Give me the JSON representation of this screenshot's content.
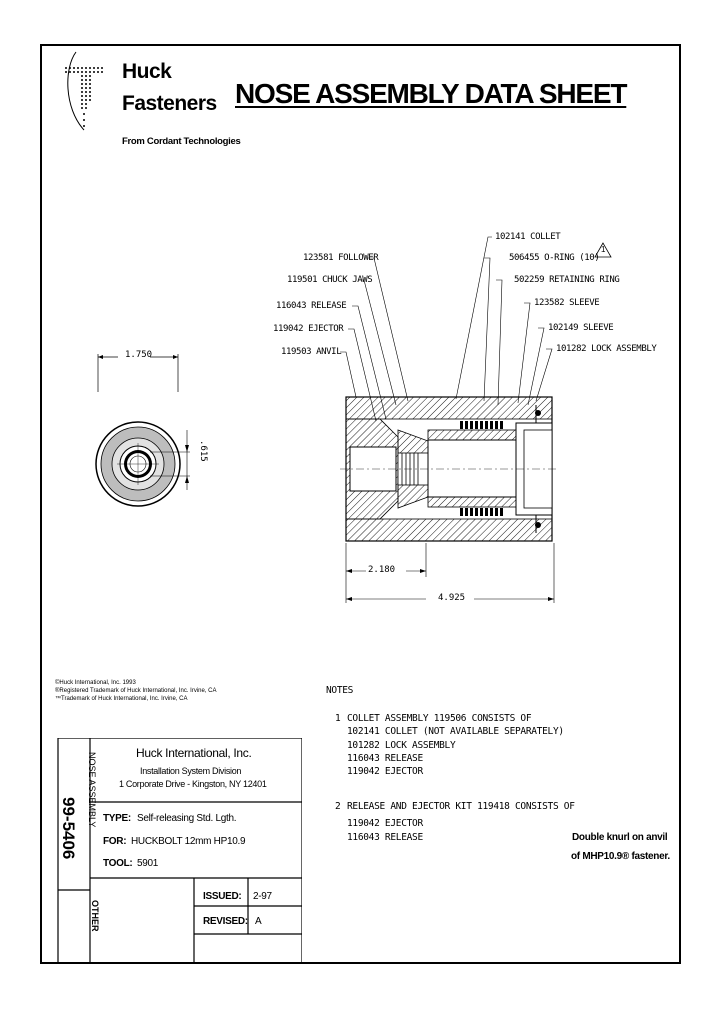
{
  "header": {
    "brand_line1": "Huck",
    "brand_line2": "Fasteners",
    "brand_sub": "From Cordant Technologies",
    "title": "NOSE ASSEMBLY DATA SHEET"
  },
  "callouts": [
    {
      "text": "102141 COLLET"
    },
    {
      "text": "123581 FOLLOWER"
    },
    {
      "text": "506455 O-RING (10)"
    },
    {
      "text": "119501 CHUCK JAWS"
    },
    {
      "text": "502259 RETAINING RING"
    },
    {
      "text": "116043 RELEASE"
    },
    {
      "text": "123582 SLEEVE"
    },
    {
      "text": "119042 EJECTOR"
    },
    {
      "text": "102149 SLEEVE"
    },
    {
      "text": "119503 ANVIL"
    },
    {
      "text": "101282 LOCK ASSEMBLY"
    }
  ],
  "warning_symbol": "1",
  "dimensions": {
    "diameter": "1.750",
    "hole": ".615",
    "length_inner": "2.180",
    "length_total": "4.925"
  },
  "legal": [
    "©Huck International, Inc. 1993",
    "®Registered Trademark of Huck International, Inc. Irvine, CA",
    "™Trademark of Huck International, Inc. Irvine, CA"
  ],
  "notes": {
    "heading": "NOTES",
    "items": [
      {
        "number": "1",
        "lines": [
          "COLLET ASSEMBLY 119506 CONSISTS OF",
          "102141 COLLET (NOT AVAILABLE SEPARATELY)",
          "101282 LOCK ASSEMBLY",
          "116043 RELEASE",
          "119042 EJECTOR"
        ]
      },
      {
        "number": "2",
        "lines": [
          "RELEASE AND EJECTOR KIT 119418 CONSISTS OF",
          "119042 EJECTOR",
          "116043 RELEASE"
        ]
      }
    ],
    "side_note_line1": "Double knurl on anvil",
    "side_note_line2": "of MHP10.9® fastener."
  },
  "title_block": {
    "part_number": "99-5406",
    "category": "NOSE ASSEMBLY",
    "other_label": "OTHER",
    "company": "Huck International, Inc.",
    "division": "Installation System Division",
    "address": "1 Corporate Drive - Kingston, NY 12401",
    "type_label": "TYPE:",
    "type_value": "Self-releasing Std. Lgth.",
    "for_label": "FOR:",
    "for_value": "HUCKBOLT 12mm HP10.9",
    "tool_label": "TOOL:",
    "tool_value": "5901",
    "issued_label": "ISSUED:",
    "issued_value": "2-97",
    "revised_label": "REVISED:",
    "revised_value": "A"
  }
}
